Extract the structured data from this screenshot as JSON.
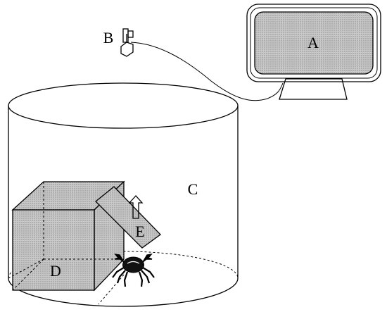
{
  "labels": {
    "monitor": "A",
    "camera": "B",
    "tank": "C",
    "box": "D",
    "ramp": "E"
  },
  "colors": {
    "line": "#000000",
    "shade": "#bdbdbd",
    "background": "#ffffff"
  },
  "icons": {
    "camera": "camera-icon",
    "crab": "crab-icon",
    "arrow": "up-arrow-icon"
  }
}
